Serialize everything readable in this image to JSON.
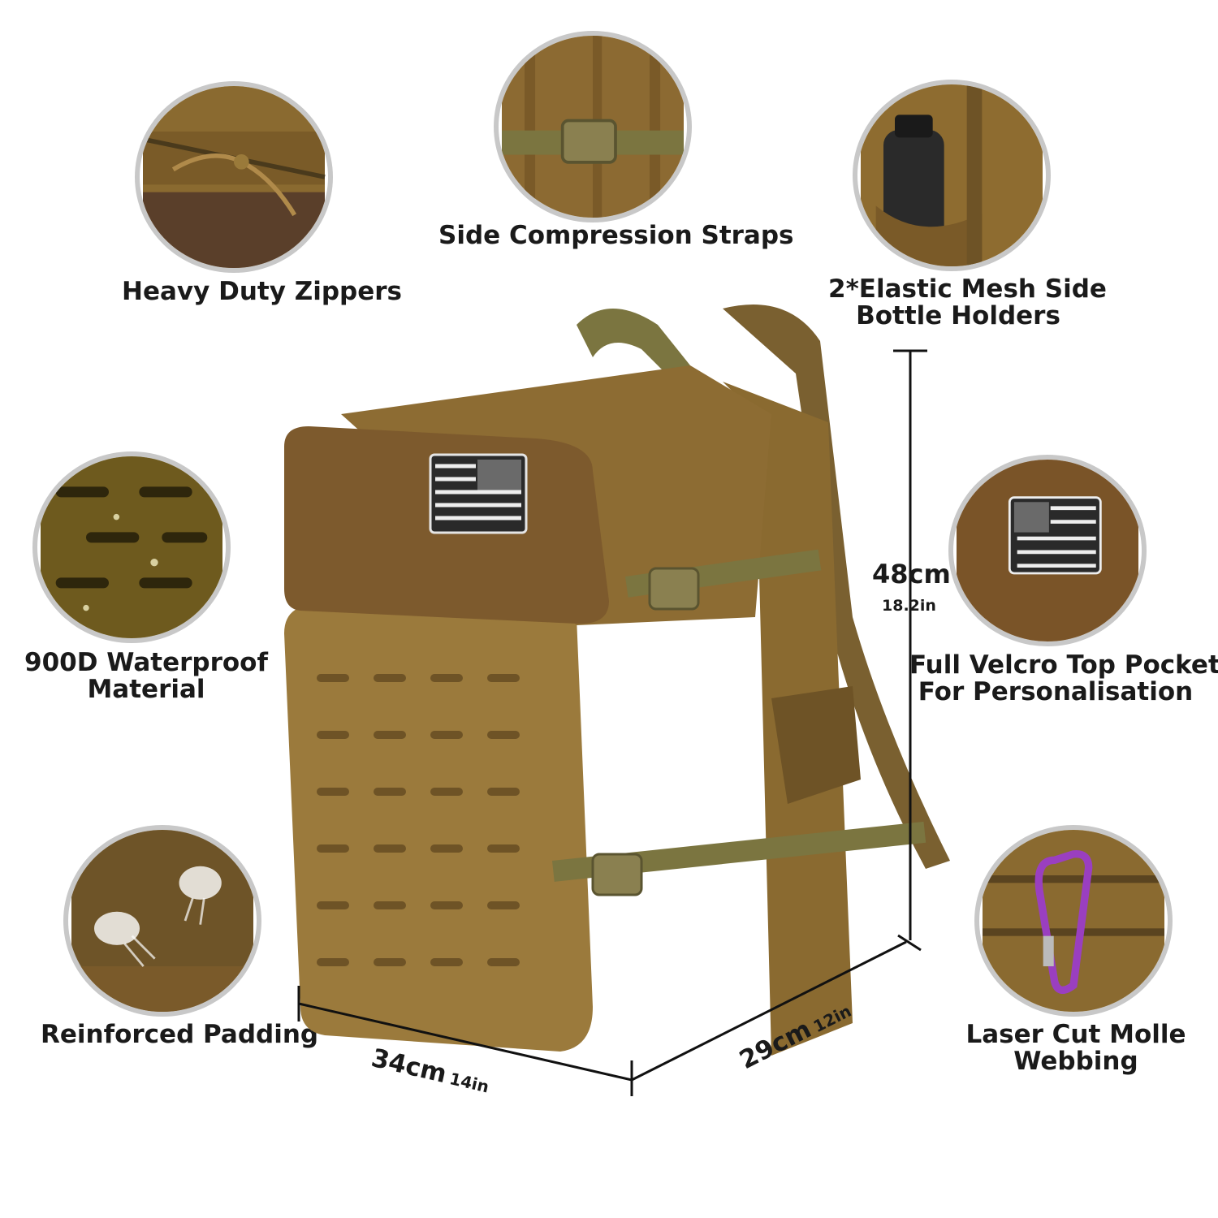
{
  "features": [
    {
      "id": "zippers",
      "label": "Heavy Duty Zippers",
      "icon": "zipper-closeup"
    },
    {
      "id": "compression",
      "label": "Side Compression Straps",
      "icon": "strap-buckle-closeup"
    },
    {
      "id": "bottle",
      "label_line1": "2*Elastic Mesh Side",
      "label_line2": "Bottle Holders",
      "icon": "bottle-holder-closeup"
    },
    {
      "id": "waterproof",
      "label_line1": "900D Waterproof",
      "label_line2": "Material",
      "icon": "water-droplets-closeup"
    },
    {
      "id": "velcro",
      "label_line1": "Full Velcro Top Pocket",
      "label_line2": "For Personalisation",
      "icon": "flag-patch-closeup"
    },
    {
      "id": "padding",
      "label": "Reinforced Padding",
      "icon": "mesh-padding-closeup"
    },
    {
      "id": "molle",
      "label_line1": "Laser Cut Molle",
      "label_line2": "Webbing",
      "icon": "carabiner-closeup"
    }
  ],
  "dimensions": {
    "height": {
      "metric": "48cm",
      "imperial": "18.2in"
    },
    "width": {
      "metric": "34cm",
      "imperial": "14in"
    },
    "depth": {
      "metric": "29cm",
      "imperial": "12in"
    }
  },
  "colors": {
    "bag": "#9b7a3c",
    "bag_dark": "#6e5326",
    "strap": "#7a7340",
    "circle_border": "#c8c8c8"
  }
}
